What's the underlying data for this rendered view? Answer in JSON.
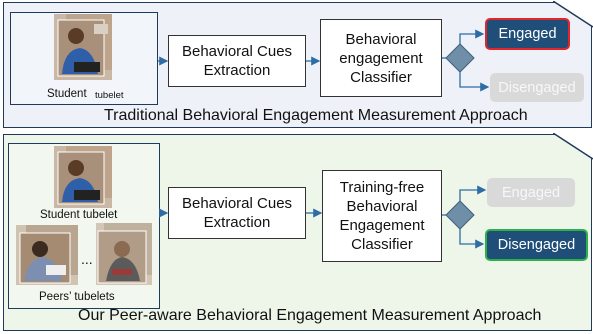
{
  "top_panel": {
    "caption": "Traditional Behavioral Engagement Measurement Approach",
    "student_label_main": "Student",
    "student_label_sub": "tubelet",
    "cues_box": "Behavioral Cues Extraction",
    "classifier_box": "Behavioral engagement Classifier",
    "output_engaged": "Engaged",
    "output_disengaged": "Disengaged",
    "selected_output": "Engaged"
  },
  "bottom_panel": {
    "caption": "Our Peer-aware Behavioral Engagement Measurement Approach",
    "student_label": "Student tubelet",
    "peers_label": "Peers’ tubelets",
    "ellipsis": "...",
    "cues_box": "Behavioral Cues Extraction",
    "classifier_box": "Training-free Behavioral Engagement Classifier",
    "output_engaged": "Engaged",
    "output_disengaged": "Disengaged",
    "selected_output": "Disengaged"
  },
  "colors": {
    "arrow": "#2e6da4",
    "diamond": "#6f8fa8",
    "engaged_outline": "#e0262b",
    "disengaged_outline": "#2db04b",
    "pill_active": "#1f4e79",
    "pill_inactive": "#d9d9d9"
  }
}
